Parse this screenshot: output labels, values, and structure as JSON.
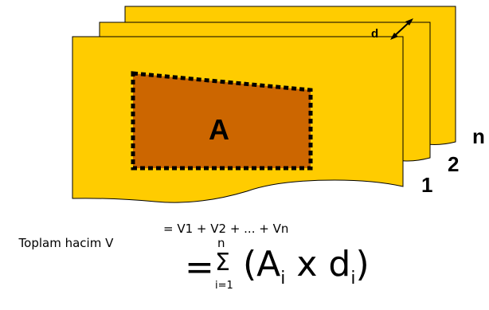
{
  "diagram": {
    "area_label": "A",
    "thickness_label": "d",
    "layer_labels": [
      "1",
      "2",
      "n"
    ],
    "colors": {
      "layer_fill": "#FFCC00",
      "area_fill": "#CC6600",
      "outline": "#000000"
    }
  },
  "formula": {
    "prefix": "Toplam hacim V",
    "expansion": "= V1 + V2 + ... + Vn",
    "equals": "=",
    "sum_upper": "n",
    "sum_symbol": "Σ",
    "sum_lower": "i=1",
    "term_open": "(A",
    "term_sub_a": "i",
    "term_mid": " x d",
    "term_sub_d": "i",
    "term_close": ")"
  }
}
